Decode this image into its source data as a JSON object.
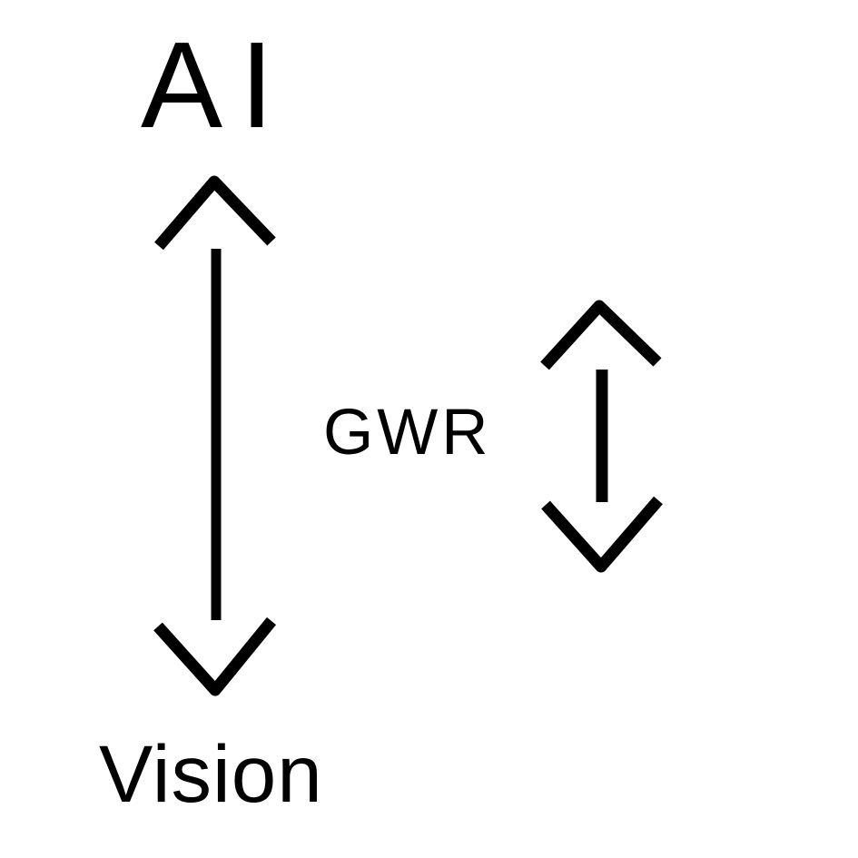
{
  "figure": {
    "labels": {
      "ai": "AI",
      "vision": "Vision",
      "gwr": "GWR"
    },
    "colors": {
      "background": "#ffffff",
      "ink": "#000000"
    }
  }
}
